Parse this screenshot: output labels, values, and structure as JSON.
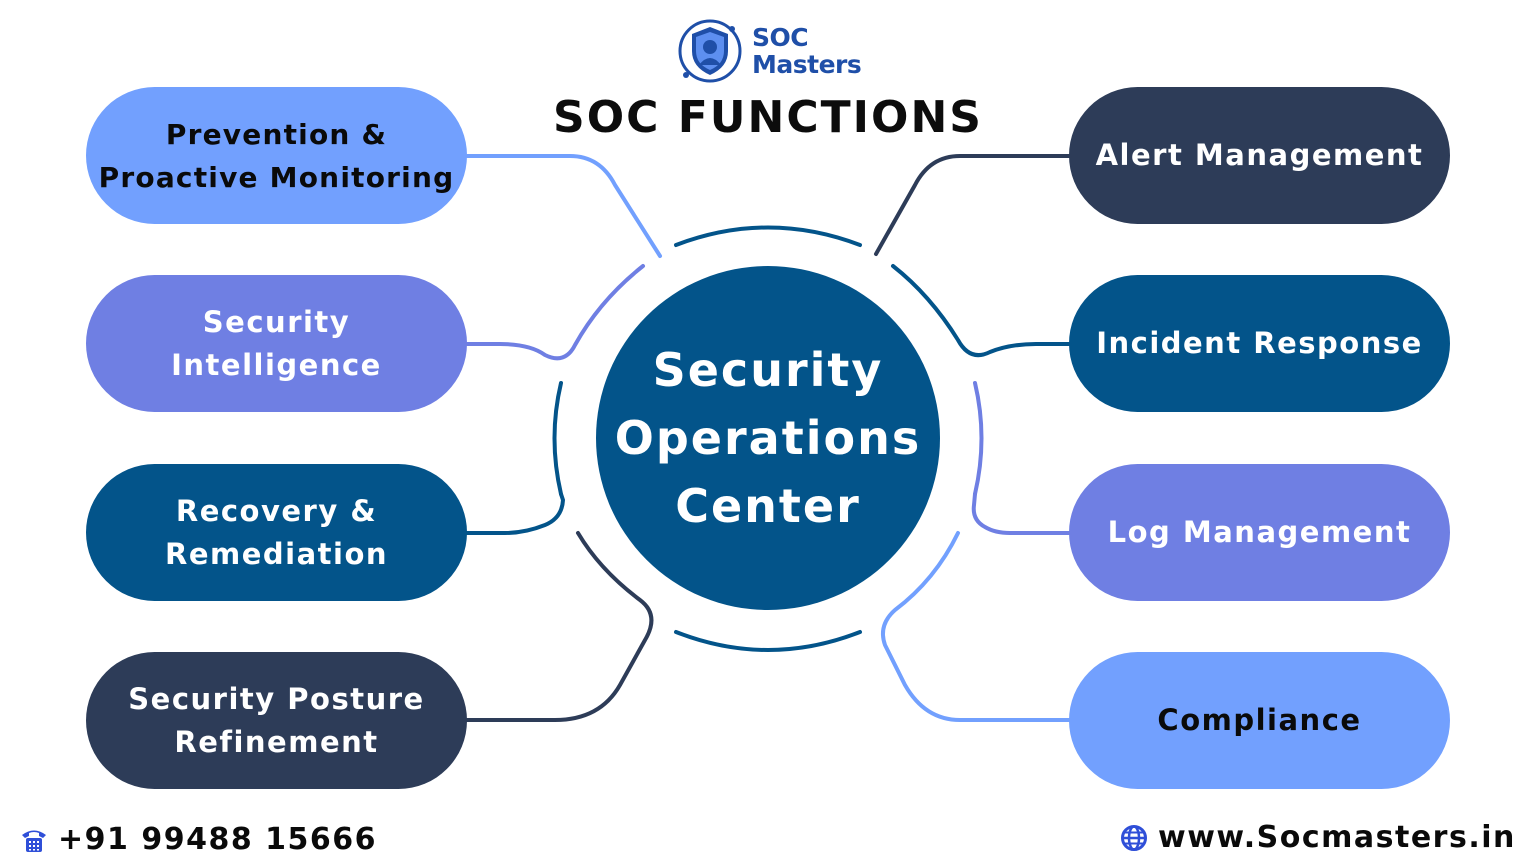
{
  "brand": {
    "logo_line1": "SOC",
    "logo_line2": "Masters",
    "logo_icon": "shield-person-icon"
  },
  "title": "SOC FUNCTIONS",
  "hub": {
    "line1": "Security",
    "line2": "Operations",
    "line3": "Center",
    "color": "#03548a"
  },
  "functions": {
    "left": [
      {
        "label": "Prevention & Proactive Monitoring",
        "color": "#72a0fe",
        "text_color": "#0a0a0a"
      },
      {
        "label": "Security Intelligence",
        "color": "#6f7fe3",
        "text_color": "#ffffff"
      },
      {
        "label": "Recovery & Remediation",
        "color": "#03548a",
        "text_color": "#ffffff"
      },
      {
        "label": "Security Posture Refinement",
        "color": "#2d3c58",
        "text_color": "#ffffff"
      }
    ],
    "right": [
      {
        "label": "Alert Management",
        "color": "#2d3c58",
        "text_color": "#ffffff"
      },
      {
        "label": "Incident Response",
        "color": "#03548a",
        "text_color": "#ffffff"
      },
      {
        "label": "Log Management",
        "color": "#6f7fe3",
        "text_color": "#ffffff"
      },
      {
        "label": "Compliance",
        "color": "#72a0fe",
        "text_color": "#0a0a0a"
      }
    ]
  },
  "footer": {
    "phone_icon": "telephone-icon",
    "phone": "+91 99488 15666",
    "web_icon": "globe-icon",
    "website": "www.Socmasters.in"
  }
}
